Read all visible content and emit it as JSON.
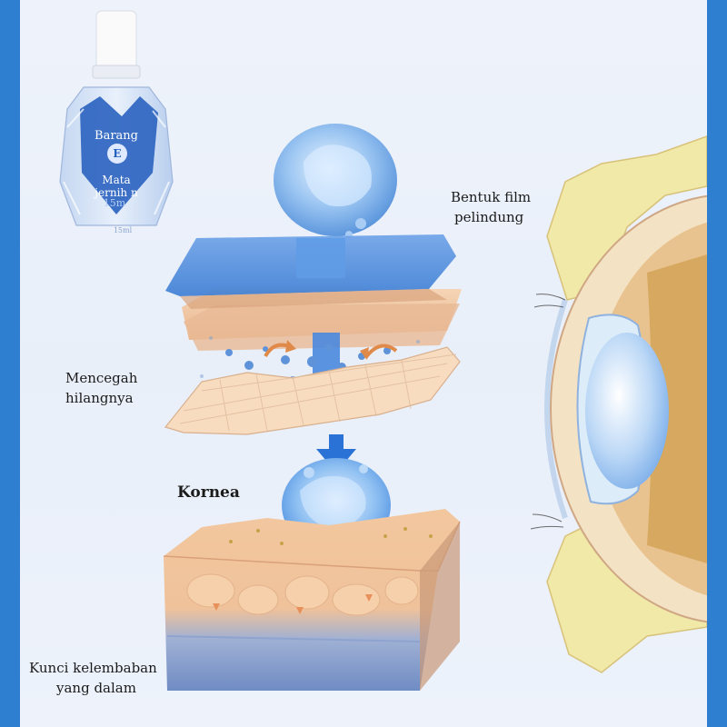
{
  "labels": {
    "protective_film": [
      "Bentuk film",
      "pelindung"
    ],
    "prevent_loss": [
      "Mencegah",
      "hilangnya"
    ],
    "cornea": "Kornea",
    "deep_moisture": [
      "Kunci kelembaban",
      "yang dalam"
    ]
  },
  "bottle": {
    "brand": "Barang",
    "letter": "E",
    "product": [
      "Mata",
      "jernih n"
    ],
    "volume": "15m",
    "tiny_text": "15ml"
  },
  "colors": {
    "frame": "#2f7fd0",
    "film_blue": "#4a88d8",
    "skin_peach": "#f2c9a0",
    "cornea_blue": "#7fb6f0",
    "arrow_blue": "#2a72d6"
  }
}
